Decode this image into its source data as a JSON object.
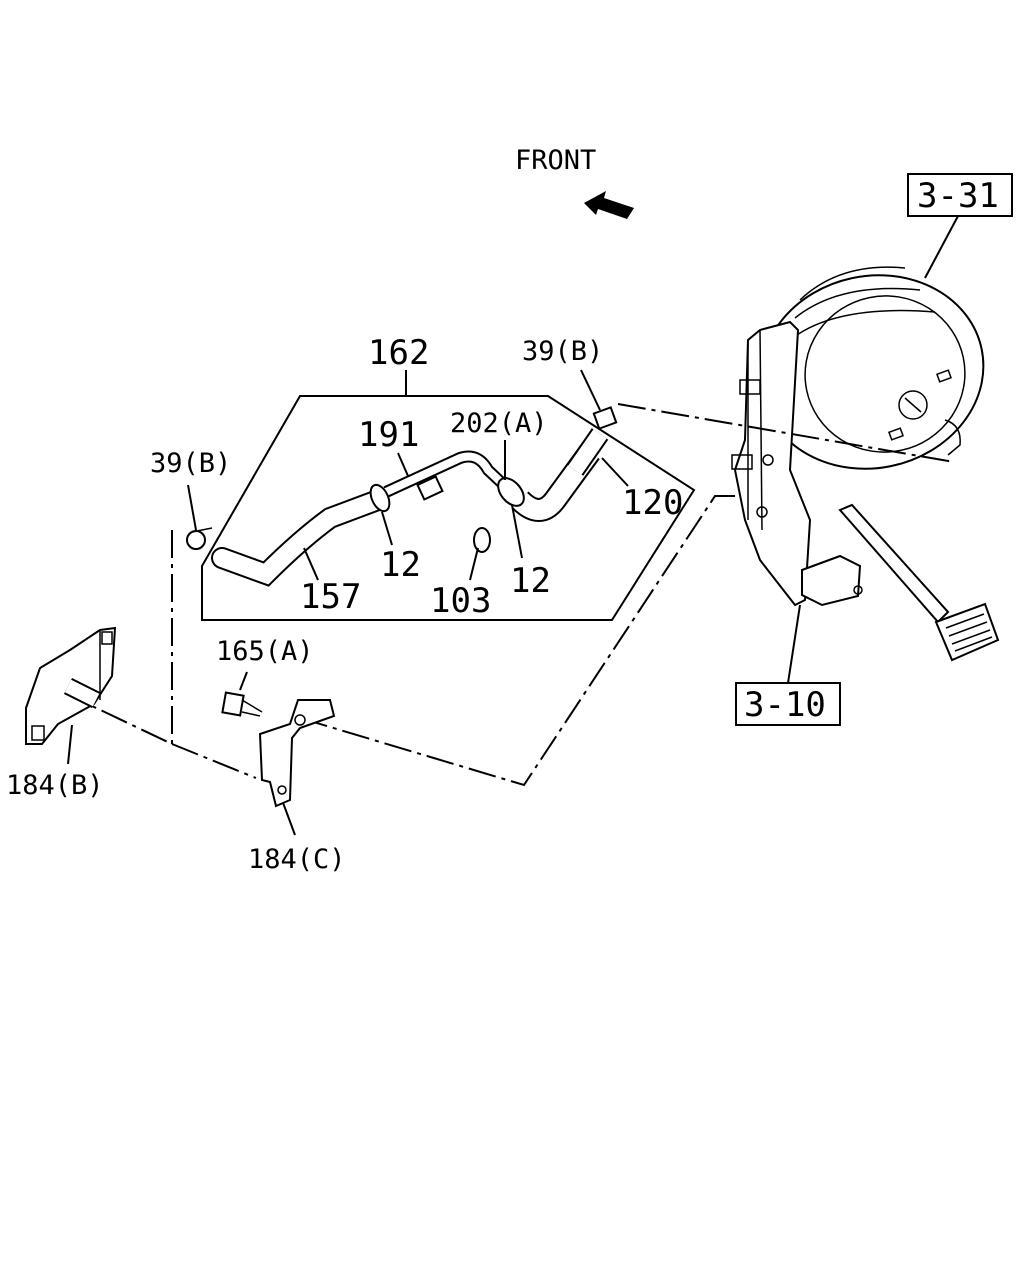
{
  "direction_label": "FRONT",
  "references": {
    "booster": "3-31",
    "pedal_bracket": "3-10"
  },
  "labels": {
    "hose_assembly": "162",
    "clip_right": "39(B)",
    "clip_left": "39(B)",
    "hose_upper": "191",
    "check_valve": "202(A)",
    "hose_end": "120",
    "clamp_left": "12",
    "clamp_right": "12",
    "hose_lower": "157",
    "clip_103": "103",
    "bolt": "165(A)",
    "bracket_b": "184(B)",
    "bracket_c": "184(C)"
  }
}
